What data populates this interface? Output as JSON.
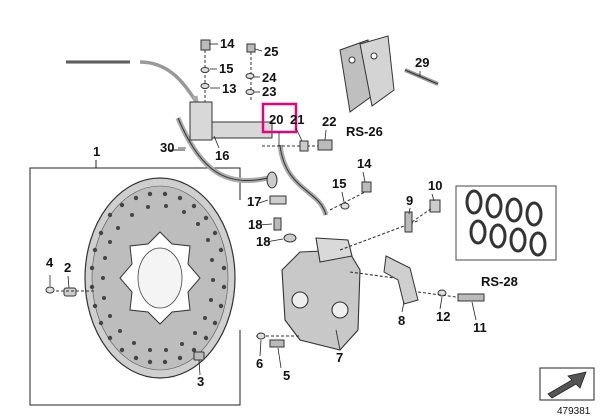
{
  "diagram": {
    "callouts": {
      "c1": "1",
      "c2": "2",
      "c3": "3",
      "c4": "4",
      "c5": "5",
      "c6": "6",
      "c7": "7",
      "c8": "8",
      "c9": "9",
      "c10": "10",
      "c11": "11",
      "c12": "12",
      "c13": "13",
      "c14a": "14",
      "c14b": "14",
      "c15a": "15",
      "c15b": "15",
      "c16": "16",
      "c17": "17",
      "c18a": "18",
      "c18b": "18",
      "c20": "20",
      "c21": "21",
      "c22": "22",
      "c23": "23",
      "c24": "24",
      "c25": "25",
      "c29": "29",
      "c30": "30",
      "rs26": "RS-26",
      "rs28": "RS-28"
    },
    "highlight_color": "#e6007e",
    "diagram_code": "479381"
  }
}
